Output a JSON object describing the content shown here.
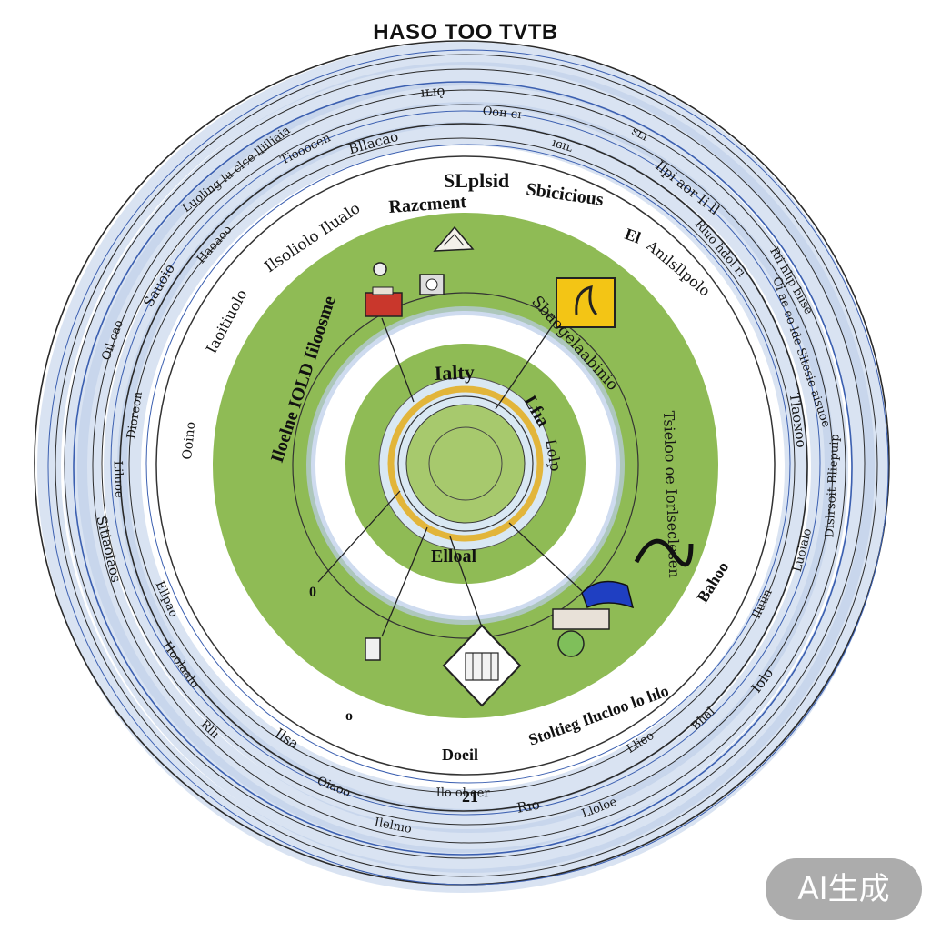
{
  "diagram": {
    "title": "HASO TOO TVTB",
    "colors": {
      "outer_wash": "#b9cce8",
      "ring_line": "#2a2a2a",
      "blue_line": "#3b5fb0",
      "white_band": "#ffffff",
      "green_ring": "#8fbb55",
      "yellow_ring": "#e2b53a",
      "hub_green": "#a7c96d"
    },
    "outer_labels": [
      "ıʟɪǫ",
      "Ooʜ ɢɪ",
      "ıɢɪʟ",
      "sʟɪ",
      "Ilpi aor Ii ll",
      "Rluo hdol ri",
      "Rii hlip biise",
      "Oi ae eo lde Sitesie aisuoe",
      "Tlaoɴoo",
      "Dislrsoit Bliepuip",
      "Luoialo",
      "Iluiin",
      "Iolo",
      "Bhal",
      "Llieo",
      "Lloloe",
      "Rıo",
      "Ilo ol eer",
      "Ilelnıo",
      "Oiaoo",
      "Ilsa",
      "Rllı",
      "Hoolaalo",
      "Ellpao",
      "Sitiaoiaos",
      "Liluoe",
      "Dioreon",
      "Oil cao",
      "Sauoio",
      "Haoaoo",
      "Luoling lu clce lliiliaia",
      "Tiooocen",
      "Bllacao"
    ],
    "inner_labels": {
      "top_left": "Razcment",
      "top_center": "SLplsid",
      "top_right": "Sbicicious",
      "small_right": "El",
      "arc_left_upper": "Ilsoliolo Ilualo",
      "arc_left_lower": "Iaoitiuolo",
      "arc_right": "Anılsllpolo",
      "white_right": "Sbaogelaabinio",
      "left_left": "Ooino",
      "green_left": "Iloelne IOLD Iiloosme",
      "green_right": "Tsieloo oe Iorlseclesen",
      "lower_right": "Bahoo",
      "bottom_arc": "Stoltieg Ilucloo lo lılo",
      "bottom_label": "Doeil",
      "hub_top": "Ialty",
      "hub_right_upper": "Lfıa",
      "hub_right_lower": "Lolp",
      "hub_bottom": "Elloal",
      "small_bottom": "21",
      "small_left": "0",
      "small_dot": "o"
    },
    "badge": "AI生成"
  }
}
